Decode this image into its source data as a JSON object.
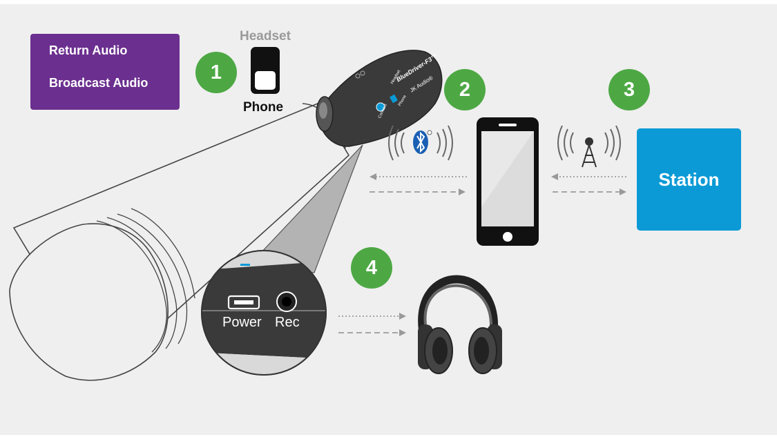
{
  "legend": {
    "return_label": "Return Audio",
    "broadcast_label": "Broadcast Audio",
    "background_color": "#6b2f8f"
  },
  "steps": [
    "1",
    "2",
    "3",
    "4"
  ],
  "step_color": "#4da844",
  "switch": {
    "top_label": "Headset",
    "bottom_label": "Phone"
  },
  "device": {
    "brand": "BlueDriver-F3™",
    "maker": "JK Audio®",
    "switch_top": "Headset",
    "switch_bottom": "Phone",
    "button": "Connect"
  },
  "ports": {
    "power_label": "Power",
    "rec_label": "Rec"
  },
  "station": {
    "label": "Station",
    "color": "#0b9ad6"
  },
  "icons": [
    "bluetooth-icon",
    "broadcast-tower-icon",
    "smartphone-icon",
    "headphones-icon",
    "microphone-icon",
    "mini-usb-port-icon",
    "audio-jack-icon"
  ]
}
